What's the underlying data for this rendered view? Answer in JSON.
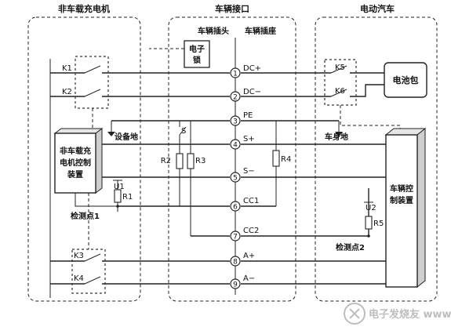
{
  "sections": {
    "offboard_charger": "非车载充电机",
    "vehicle_interface": "车辆接口",
    "electric_vehicle": "电动汽车",
    "vehicle_plug": "车辆插头",
    "vehicle_socket": "车辆插座"
  },
  "components": {
    "electronic_lock": [
      "电子",
      "锁"
    ],
    "battery_pack": "电池包",
    "charger_controller": [
      "非车载充",
      "电机控制",
      "装置"
    ],
    "vehicle_controller": [
      "车辆控",
      "制装置"
    ],
    "equipment_ground": "设备地",
    "body_ground": "车身地",
    "checkpoint_1": "检测点1",
    "checkpoint_2": "检测点2"
  },
  "relays": [
    "K1",
    "K2",
    "K3",
    "K4",
    "K5",
    "K6"
  ],
  "resistors": [
    "R1",
    "R2",
    "R3",
    "R4",
    "R5"
  ],
  "voltages": [
    "U1",
    "U2"
  ],
  "switch_label": "S",
  "pins": [
    {
      "num": "1",
      "label": "DC+"
    },
    {
      "num": "2",
      "label": "DC−"
    },
    {
      "num": "3",
      "label": "PE"
    },
    {
      "num": "4",
      "label": "S+"
    },
    {
      "num": "5",
      "label": "S−"
    },
    {
      "num": "6",
      "label": "CC1"
    },
    {
      "num": "7",
      "label": "CC2"
    },
    {
      "num": "8",
      "label": "A+"
    },
    {
      "num": "9",
      "label": "A−"
    }
  ],
  "watermark": "电子发烧友 www.elecfans.com"
}
